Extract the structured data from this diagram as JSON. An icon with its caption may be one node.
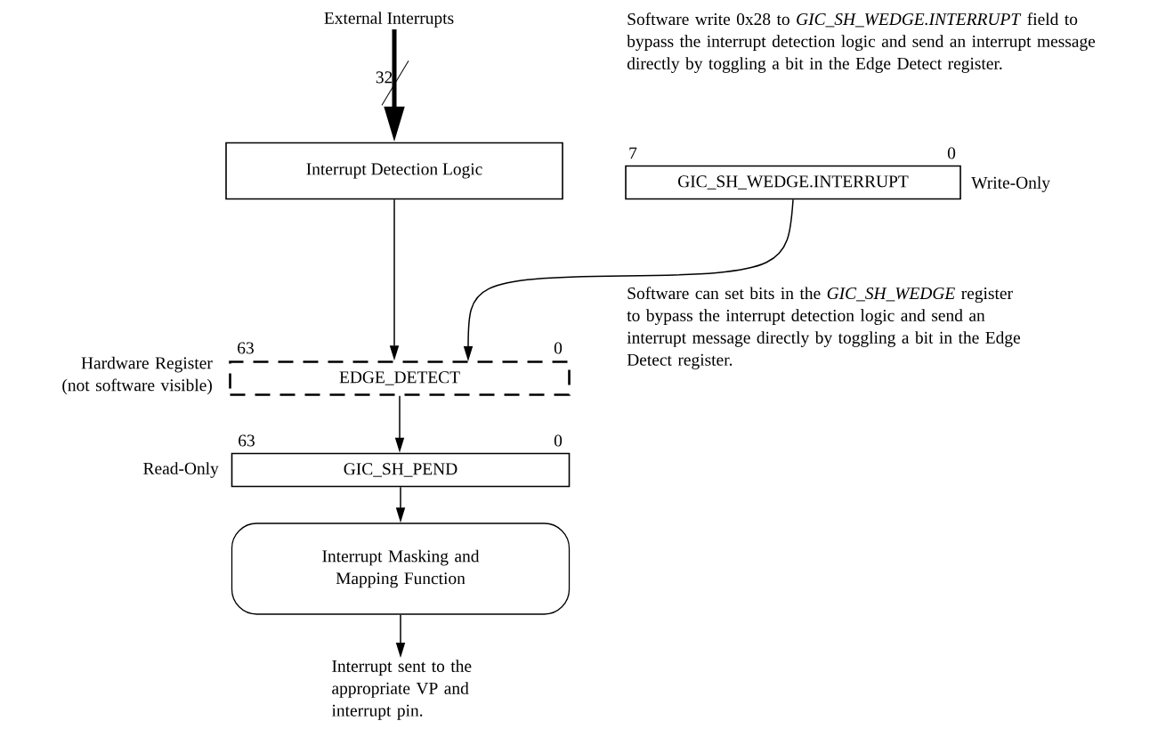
{
  "diagram": {
    "nodes": [
      {
        "text": [
          "External Interrupts"
        ]
      },
      {
        "text": [
          "Interrupt Detection Logic"
        ]
      },
      {
        "text": [
          "GIC_SH_WEDGE.INTERRUPT"
        ],
        "beside": [
          "7",
          "0",
          "Write-Only"
        ]
      },
      {
        "text": [
          "EDGE_DETECT"
        ],
        "beside": [
          "63",
          "0",
          "Hardware Register (not software visible)"
        ]
      },
      {
        "text": [
          "GIC_SH_PEND"
        ],
        "beside": [
          "63",
          "0",
          "Read-Only"
        ]
      },
      {
        "text": [
          "Interrupt Masking and Mapping Function"
        ]
      },
      {
        "text": [
          "Interrupt sent to the appropriate VP and interrupt pin."
        ]
      }
    ],
    "edges": [
      {
        "from": 0,
        "to": 1,
        "arrow": "to",
        "label": "32",
        "style": "thick"
      },
      {
        "from": 1,
        "to": 3,
        "arrow": "to"
      },
      {
        "from": 2,
        "to": 3,
        "arrow": "to"
      },
      {
        "from": 3,
        "to": 4,
        "arrow": "to"
      },
      {
        "from": 4,
        "to": 5,
        "arrow": "to"
      },
      {
        "from": 5,
        "to": 6,
        "arrow": "to"
      }
    ],
    "labels": [
      "Software write 0x28 to *GIC_SH_WEDGE.INTERRUPT* field to bypass the interrupt detection logic and send an interrupt message directly by toggling a bit in the Edge Detect register.",
      "Software can set bits in the *GIC_SH_WEDGE* register to bypass the interrupt detection logic and send an interrupt message directly by toggling a bit in the Edge Detect register."
    ]
  }
}
